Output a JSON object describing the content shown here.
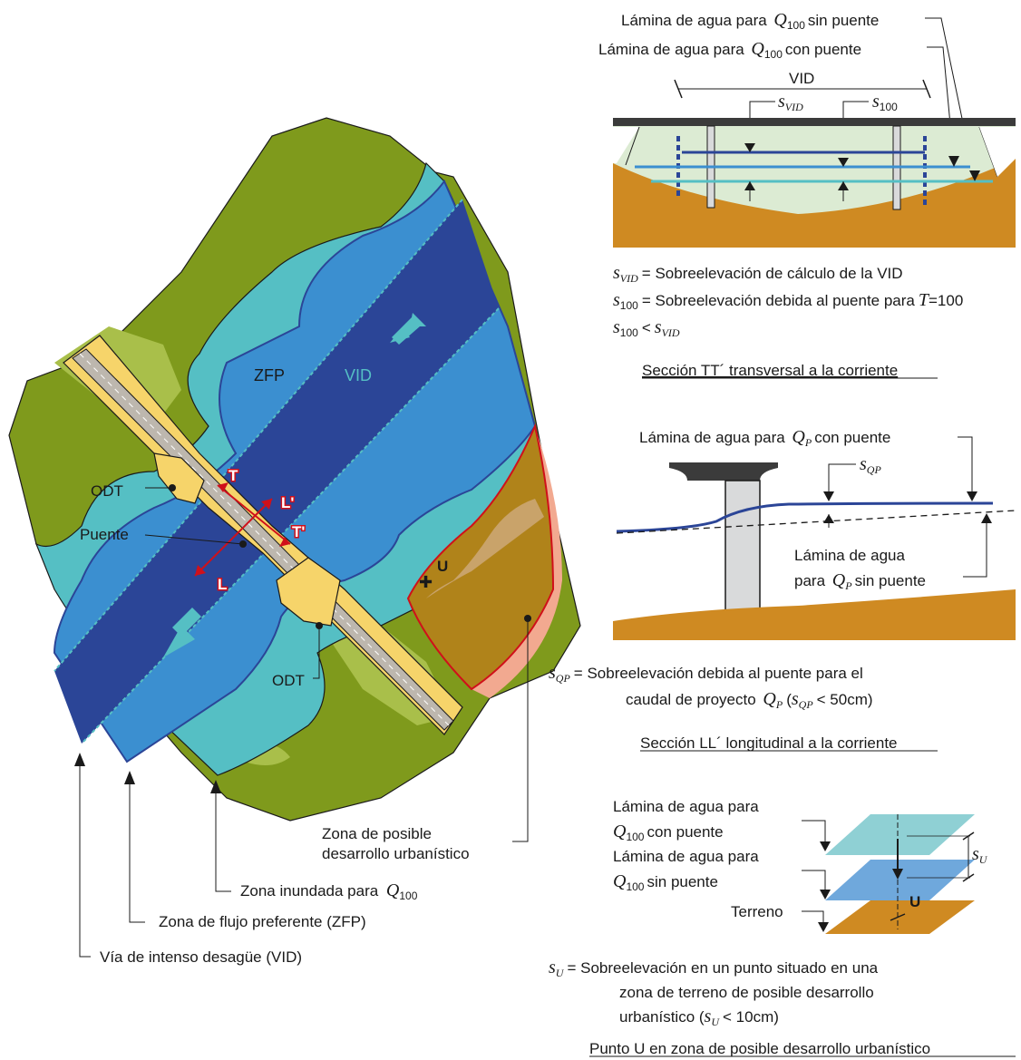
{
  "map": {
    "label_zfp": "ZFP",
    "label_vid": "VID",
    "label_odt_upper": "ODT",
    "label_puente": "Puente",
    "label_odt_lower": "ODT",
    "label_u": "U",
    "section_t": "T",
    "section_t_prime": "T'",
    "section_l": "L",
    "section_l_prime": "L'"
  },
  "legend": {
    "urban_zone_line1": "Zona de posible",
    "urban_zone_line2": "desarrollo urbanístico",
    "flooded_zone_prefix": "Zona inundada para",
    "flooded_zone_symbol": "Q",
    "flooded_zone_sub": "100",
    "zfp_zone": "Zona de flujo preferente (ZFP)",
    "vid_zone": "Vía de intenso desagüe (VID)"
  },
  "section_tt": {
    "label_without_bridge_prefix": "Lámina de agua para",
    "label_without_bridge_sym": "Q",
    "label_without_bridge_sub": "100",
    "label_without_bridge_suffix": "sin puente",
    "label_with_bridge_prefix": "Lámina de agua para",
    "label_with_bridge_sym": "Q",
    "label_with_bridge_sub": "100",
    "label_with_bridge_suffix": "con puente",
    "vid_label": "VID",
    "s_vid_sym": "s",
    "s_vid_sub": "VID",
    "s_100_sym": "s",
    "s_100_sub": "100",
    "def1_text": "= Sobreelevación de cálculo de la VID",
    "def2_text": "= Sobreelevación debida al puente para",
    "def2_T": "T",
    "def2_val": "=100",
    "def3_lt": "<",
    "title": "Sección TT´ transversal a la corriente"
  },
  "section_ll": {
    "label_with_prefix": "Lámina de agua para",
    "label_with_sym": "Q",
    "label_with_sub": "P",
    "label_with_suffix": "con puente",
    "s_qp_sym": "s",
    "s_qp_sub": "QP",
    "label_without_line1": "Lámina de agua",
    "label_without_prefix": "para",
    "label_without_sym": "Q",
    "label_without_sub": "P",
    "label_without_suffix": "sin puente",
    "def_line1": "= Sobreelevación debida al puente para el",
    "def_line2_prefix": "caudal de proyecto",
    "def_line2_sym": "Q",
    "def_line2_sub": "P",
    "def_line2_suffix": "< 50cm)",
    "title": "Sección LL´ longitudinal a la corriente"
  },
  "section_u": {
    "with_line1": "Lámina de agua para",
    "with_sym": "Q",
    "with_sub": "100",
    "with_suffix": "con puente",
    "without_line1": "Lámina de agua para",
    "without_sym": "Q",
    "without_sub": "100",
    "without_suffix": "sin puente",
    "terrain": "Terreno",
    "u_label": "U",
    "s_u_sym": "s",
    "s_u_sub": "U",
    "def_line1": "= Sobreelevación en un punto situado en una",
    "def_line2": "zona de terreno de posible desarrollo",
    "def_line3_prefix": "urbanístico (",
    "def_line3_suffix": "< 10cm)",
    "title": "Punto U en zona de posible desarrollo urbanístico"
  },
  "colors": {
    "green_dark": "#7f9a1c",
    "green_light": "#a9bf4a",
    "teal": "#55bfc4",
    "blue_mid": "#3b8fd0",
    "blue_dark": "#2b4597",
    "road_yellow": "#f6d46a",
    "urban_brown": "#b0831a",
    "urban_pink": "#f2a990",
    "red": "#d0101a",
    "terrain": "#cf8a22",
    "pier_grey": "#d9dadb"
  }
}
